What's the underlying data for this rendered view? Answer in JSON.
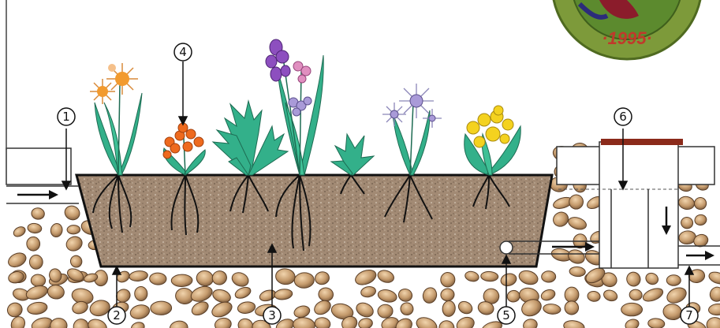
{
  "callouts": [
    {
      "id": "inlet-pipe",
      "label": "1"
    },
    {
      "id": "liner",
      "label": "2"
    },
    {
      "id": "gravel-bed",
      "label": "3"
    },
    {
      "id": "plants",
      "label": "4"
    },
    {
      "id": "collector-pipe",
      "label": "5"
    },
    {
      "id": "control-well",
      "label": "6"
    },
    {
      "id": "outlet",
      "label": "7"
    }
  ],
  "seal": {
    "year": "·1995·"
  },
  "colors": {
    "soil": "#a28a74",
    "rock": "#c49a6c",
    "leaf": "#33b08a",
    "orange_flower": "#ee6a1e",
    "purple_flower": "#8d4fbf",
    "pink_flower": "#e08fc0",
    "yellow_flower": "#f4d21f",
    "lavender_flower": "#a99ad8",
    "seal_ring": "#7d9a3a",
    "lid": "#8b2a1a"
  }
}
